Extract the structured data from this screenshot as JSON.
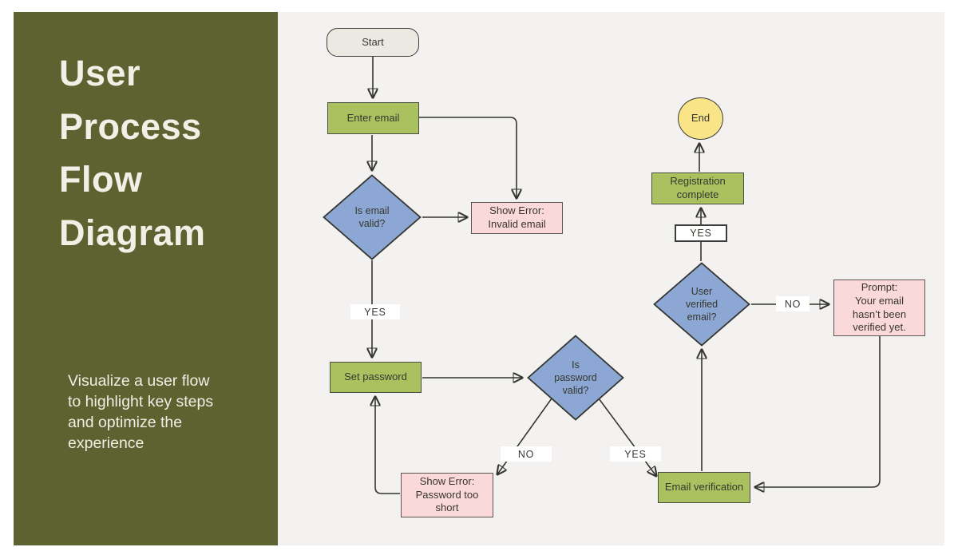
{
  "palette": {
    "sidebar_bg": "#5d6330",
    "canvas_bg": "#f3f2f0",
    "page_bg": "#ffffff",
    "process_fill": "#a9c25f",
    "decision_fill": "#8ca7d3",
    "error_fill": "#fbd8da",
    "start_fill": "#ece9e2",
    "end_fill": "#f9e488",
    "stroke": "#35352f",
    "title_text": "#f2efe6"
  },
  "sidebar": {
    "title": "User\nProcess\nFlow\nDiagram",
    "subtitle": "Visualize a user flow\nto highlight key steps\nand optimize the\nexperience"
  },
  "nodes": {
    "start": "Start",
    "enter_email": "Enter email",
    "email_valid": "Is email\nvalid?",
    "error_invalid_email": "Show Error:\nInvalid email",
    "set_password": "Set password",
    "password_valid": "Is\npassword\nvalid?",
    "error_password_short": "Show Error:\nPassword too\nshort",
    "email_verification": "Email verification",
    "user_verified": "User\nverified\nemail?",
    "prompt_not_verified": "Prompt:\nYour email\nhasn’t been\nverified yet.",
    "registration_complete": "Registration\ncomplete",
    "end": "End"
  },
  "edge_labels": {
    "email_valid_yes": "YES",
    "password_valid_no": "NO",
    "password_valid_yes": "YES",
    "user_verified_no": "NO",
    "user_verified_yes": "YES"
  }
}
